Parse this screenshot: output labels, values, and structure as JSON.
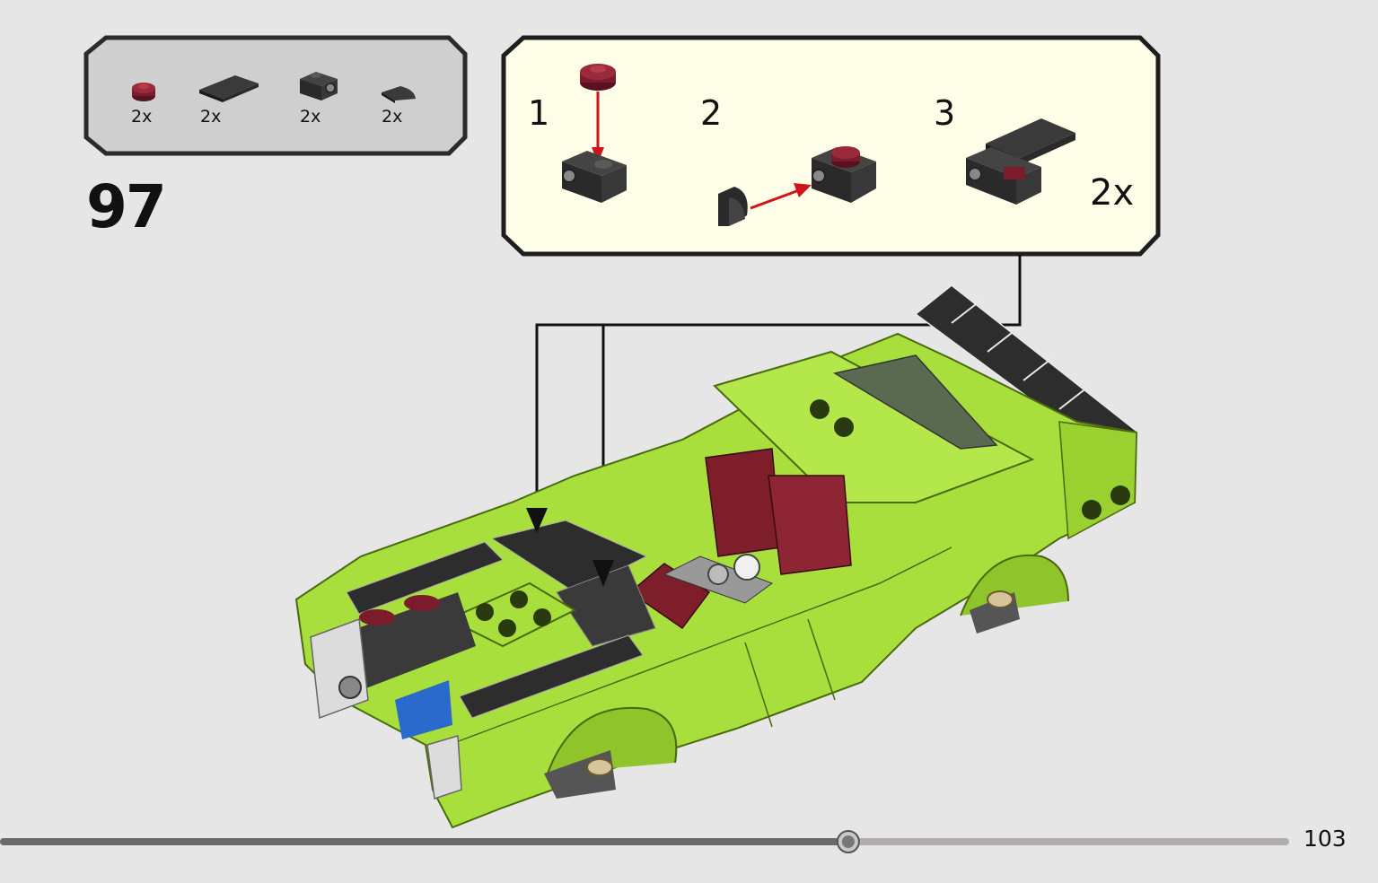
{
  "step": {
    "number": "97"
  },
  "parts_list": {
    "items": [
      {
        "part": "round-plate-1x1-dark-red",
        "qty": "2x",
        "color": "#7a1c2b"
      },
      {
        "part": "tile-1x2-black",
        "qty": "2x",
        "color": "#2a2a2a"
      },
      {
        "part": "bracket-1x1-black",
        "qty": "2x",
        "color": "#2a2a2a"
      },
      {
        "part": "quarter-round-tile-black",
        "qty": "2x",
        "color": "#2a2a2a"
      }
    ]
  },
  "sub_assembly": {
    "steps": [
      {
        "number": "1"
      },
      {
        "number": "2"
      },
      {
        "number": "3"
      }
    ],
    "repeat_label": "2x",
    "background": "#fdfde8",
    "arrow_color": "#d0141c"
  },
  "model": {
    "body_color": "#a8df3c",
    "interior_color": "#7d1e2a",
    "accent_color": "#2f2f2f"
  },
  "progress": {
    "fraction": 0.658,
    "page": "103"
  }
}
